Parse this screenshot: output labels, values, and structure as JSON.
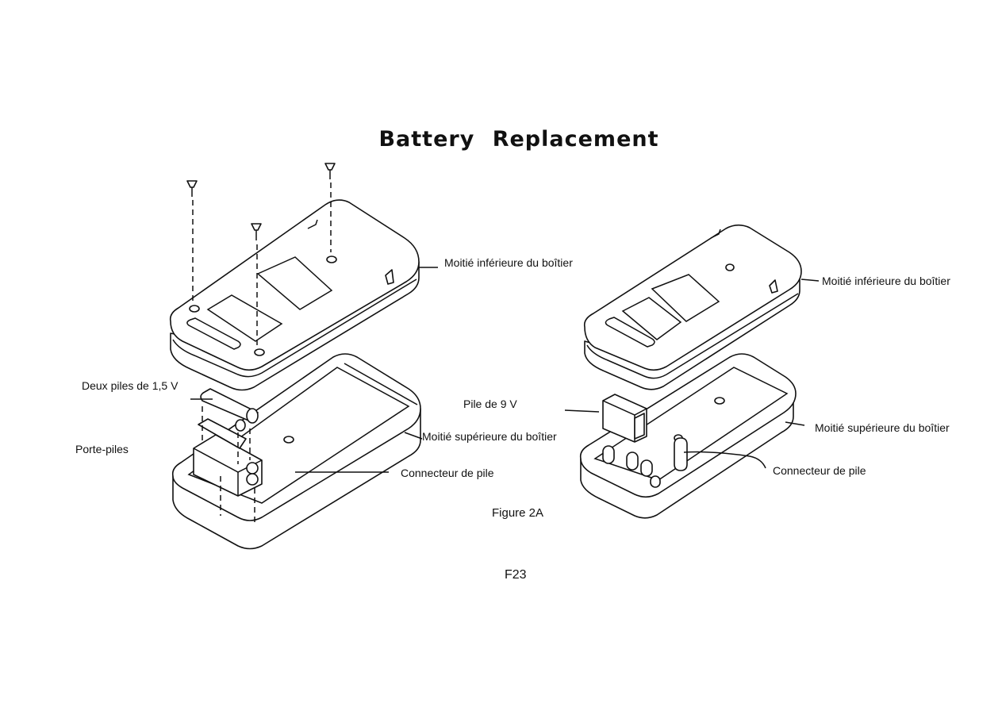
{
  "title": "Battery  Replacement",
  "left_figure": {
    "label_lower_half": "Moitié inférieure du boîtier",
    "label_two_cells": "Deux piles de 1,5 V",
    "label_holder": "Porte-piles",
    "label_upper_half": "Moitié supérieure du boîtier",
    "label_connector": "Connecteur de pile"
  },
  "right_figure": {
    "label_lower_half": "Moitié inférieure du boîtier",
    "label_9v": "Pile de 9 V",
    "label_upper_half": "Moitié supérieure du boîtier",
    "label_connector": "Connecteur de pile"
  },
  "caption": "Figure 2A",
  "page_number": "F23"
}
